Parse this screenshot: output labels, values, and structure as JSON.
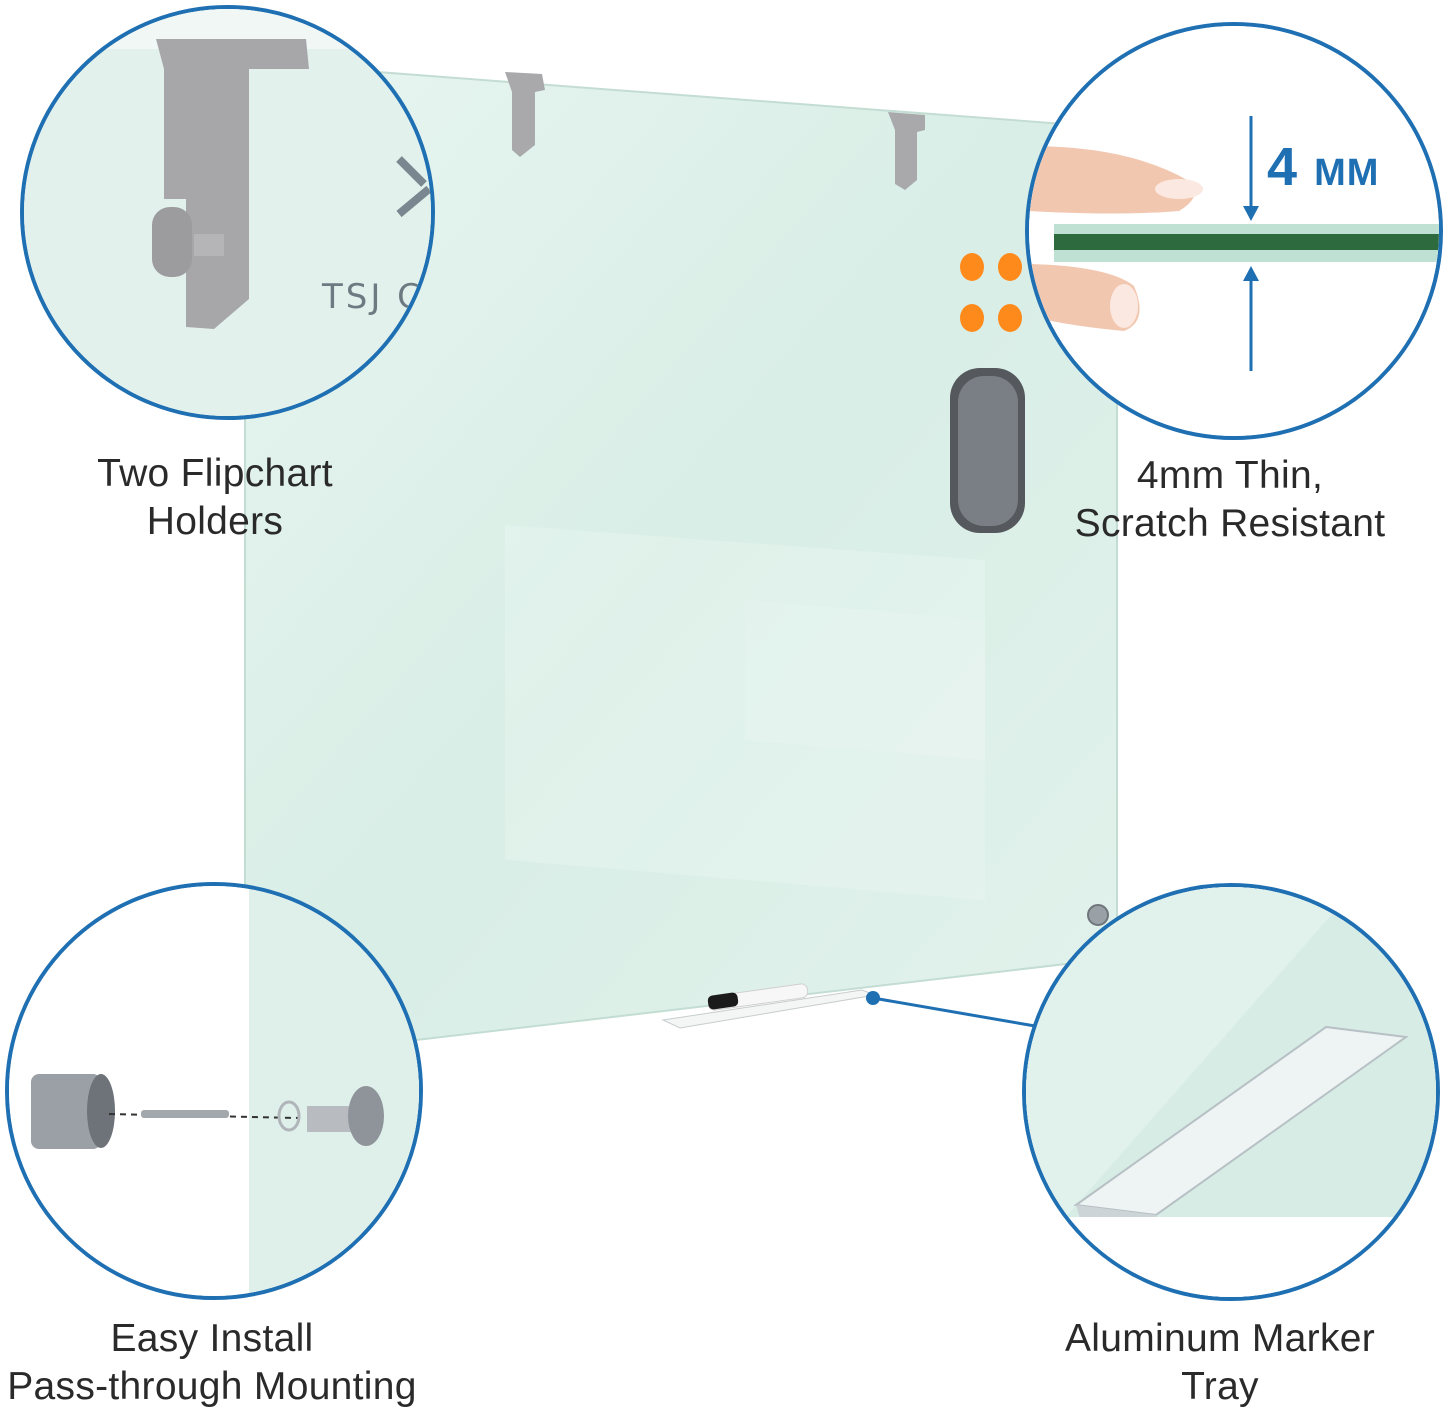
{
  "captions": {
    "flipchart": [
      "Two Flipchart",
      "Holders"
    ],
    "thickness": [
      "4mm Thin,",
      "Scratch Resistant"
    ],
    "install": [
      "Easy Install",
      "Pass-through Mounting"
    ],
    "tray": [
      "Aluminum Marker",
      "Tray"
    ]
  },
  "thickness_callout": {
    "value": "4",
    "unit": "MM"
  },
  "brand_mark": "TSJ C",
  "colors": {
    "accent": "#1f6fb3",
    "glass": "#dcefe8",
    "glass_edge": "#c6e3d8",
    "magnet": "#ff8a1c",
    "eraser": "#6b7075",
    "caption_text": "#2a2a2a"
  }
}
